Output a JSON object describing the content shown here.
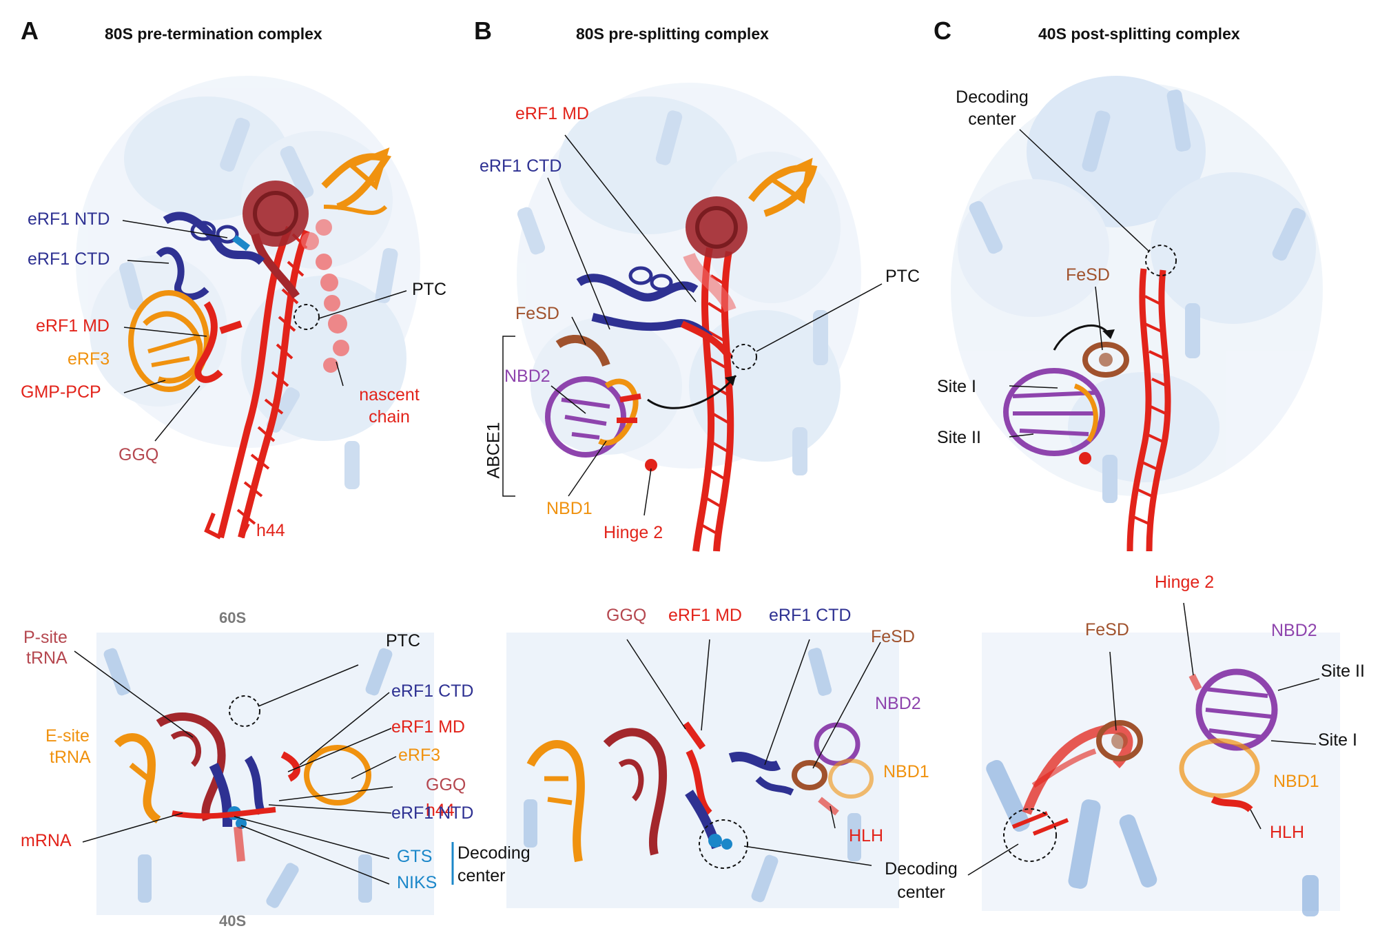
{
  "colors": {
    "rrna": "#e2231a",
    "trna": "#a3272c",
    "erf1": "#2e3192",
    "erf3": "#f0920f",
    "fesd": "#a0522d",
    "nbd2": "#8e44ad",
    "nbd1": "#f0920f",
    "ribosome_bg": "#9dbfe6",
    "gts_niks": "#1b87c9"
  },
  "panels": {
    "A": {
      "letter": "A",
      "title": "80S pre-termination complex",
      "top_labels": {
        "erf1_ntd": "eRF1 NTD",
        "erf1_ctd": "eRF1 CTD",
        "erf1_md": "eRF1 MD",
        "erf3": "eRF3",
        "gmp_pcp": "GMP-PCP",
        "ggq": "GGQ",
        "ptc": "PTC",
        "nascent_chain_1": "nascent",
        "nascent_chain_2": "chain",
        "h44": "h44"
      },
      "bottom_labels": {
        "sub_60s": "60S",
        "sub_40s": "40S",
        "psite_1": "P-site",
        "psite_2": "tRNA",
        "esite_1": "E-site",
        "esite_2": "tRNA",
        "mrna": "mRNA",
        "ptc": "PTC",
        "erf1_ctd": "eRF1 CTD",
        "erf1_md": "eRF1 MD",
        "erf3": "eRF3",
        "ggq": "GGQ",
        "h44": "h44",
        "erf1_ntd": "eRF1 NTD",
        "gts": "GTS",
        "niks": "NIKS",
        "decoding_1": "Decoding",
        "decoding_2": "center"
      }
    },
    "B": {
      "letter": "B",
      "title": "80S pre-splitting complex",
      "top_labels": {
        "erf1_md": "eRF1 MD",
        "erf1_ctd": "eRF1 CTD",
        "fesd": "FeSD",
        "nbd2": "NBD2",
        "abce1": "ABCE1",
        "nbd1": "NBD1",
        "hinge2": "Hinge 2",
        "ptc": "PTC"
      },
      "bottom_labels": {
        "ggq": "GGQ",
        "erf1_md": "eRF1 MD",
        "erf1_ctd": "eRF1 CTD",
        "fesd": "FeSD",
        "nbd2": "NBD2",
        "nbd1": "NBD1",
        "hlh": "HLH",
        "decoding_1": "Decoding",
        "decoding_2": "center"
      }
    },
    "C": {
      "letter": "C",
      "title": "40S post-splitting complex",
      "top_labels": {
        "decoding_1": "Decoding",
        "decoding_2": "center",
        "fesd": "FeSD",
        "site1": "Site I",
        "site2": "Site II"
      },
      "bottom_labels": {
        "fesd": "FeSD",
        "hinge2": "Hinge 2",
        "nbd2": "NBD2",
        "site2": "Site II",
        "site1": "Site I",
        "nbd1": "NBD1",
        "hlh": "HLH"
      }
    }
  }
}
